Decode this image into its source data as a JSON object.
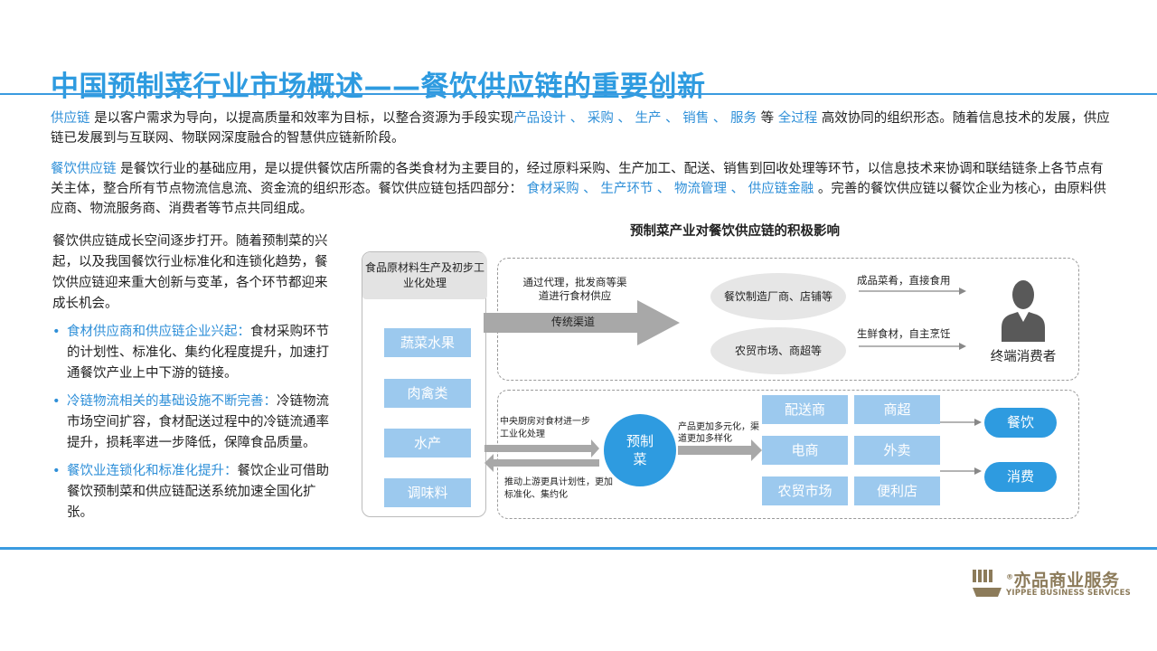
{
  "title": "中国预制菜行业市场概述——餐饮供应链的重要创新",
  "para1": {
    "t1": "供应链",
    "t2": "是以客户需求为导向，以提高质量和效率为目标，以整合资源为手段实现",
    "t3": "产品设计 、 采购 、 生产 、 销售 、 服务",
    "t4": "等",
    "t5": "全过程",
    "t6": "高效协同的组织形态。随着信息技术的发展，供应链已发展到与互联网、物联网深度融合的智慧供应链新阶段。"
  },
  "para2": {
    "t1": "餐饮供应链",
    "t2": "是餐饮行业的基础应用，是以提供餐饮店所需的各类食材为主要目的，经过原料采购、生产加工、配送、销售到回收处理等环节，以信息技术来协调和联结链条上各节点有关主体，整合所有节点物流信息流、资金流的组织形态。餐饮供应链包括四部分：",
    "t3": "食材采购 、 生产环节 、 物流管理 、 供应链金融",
    "t4": "。完善的餐饮供应链以餐饮企业为核心，由原料供应商、物流服务商、消费者等节点共同组成。"
  },
  "left": {
    "intro": "餐饮供应链成长空间逐步打开。随着预制菜的兴起，以及我国餐饮行业标准化和连锁化趋势，餐饮供应链迎来重大创新与变革，各个环节都迎来成长机会。",
    "bullet_symbol": "•",
    "bullets": [
      {
        "head": "食材供应商和供应链企业兴起：",
        "body": "食材采购环节的计划性、标准化、集约化程度提升，加速打通餐饮产业上中下游的链接。"
      },
      {
        "head": "冷链物流相关的基础设施不断完善：",
        "body": "冷链物流市场空间扩容，食材配送过程中的冷链流通率提升，损耗率进一步降低，保障食品质量。"
      },
      {
        "head": "餐饮业连锁化和标准化提升：",
        "body": "餐饮企业可借助餐饮预制菜和供应链配送系统加速全国化扩张。"
      }
    ]
  },
  "diagram": {
    "title": "预制菜产业对餐饮供应链的积极影响",
    "left_head": "食品原材料生产及初步工业化处理",
    "categories": [
      "蔬菜水果",
      "肉禽类",
      "水产",
      "调味料"
    ],
    "top": {
      "agent_text": "通过代理，批发商等渠道进行食材供应",
      "arrow_label": "传统渠道",
      "oval1": "餐饮制造厂商、店铺等",
      "oval2": "农贸市场、商超等",
      "out1": "成品菜肴，直接食用",
      "out2": "生鲜食材，自主烹饪",
      "consumer": "终端消费者",
      "consumer_icon": "person-icon"
    },
    "bottom": {
      "kitchen_text": "中央厨房对食材进一步工业化处理",
      "feedback_text": "推动上游更具计划性，更加标准化、集约化",
      "center": "预制菜",
      "diverse_text": "产品更加多元化，渠道更加多样化",
      "channels": [
        "配送商",
        "商超",
        "电商",
        "外卖",
        "农贸市场",
        "便利店"
      ],
      "targets": [
        "餐饮",
        "消费"
      ]
    }
  },
  "logo": {
    "name": "亦品商业服务",
    "sub": "YIPPEE BUSINESS SERVICES",
    "reg": "®",
    "icon": "yippee-logo-icon"
  },
  "colors": {
    "accent": "#2E9BE0",
    "light_box": "#9CC9EE",
    "gray_arrow": "#a8a8a8",
    "logo": "#8C7B5A"
  }
}
